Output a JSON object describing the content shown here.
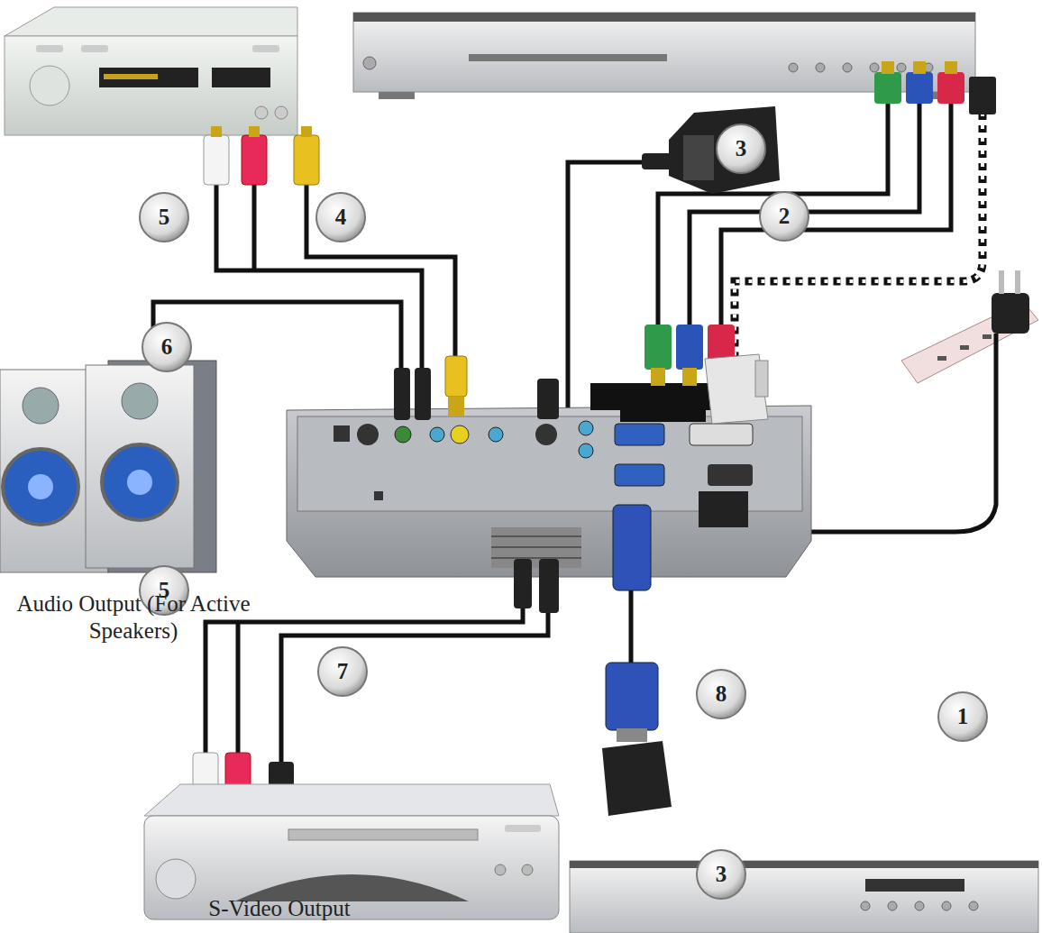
{
  "diagram": {
    "labels": [
      "5",
      "4",
      "6",
      "3",
      "2",
      "1",
      "5",
      "7",
      "8",
      "3",
      "Audio Output (For Active Speakers)",
      "S-Video Output"
    ]
  }
}
